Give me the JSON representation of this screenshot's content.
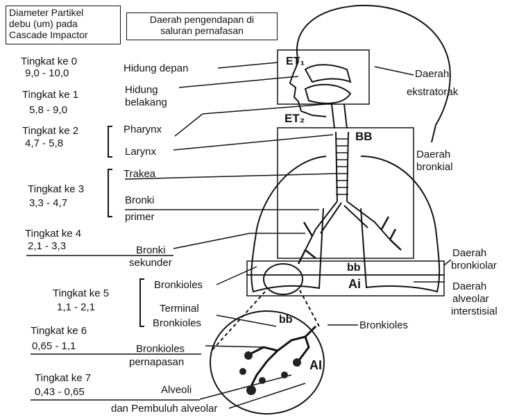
{
  "headers": {
    "left_box": [
      "Diameter Partikel",
      "debu (um) pada",
      "Cascade Impactor"
    ],
    "right_box": [
      "Daerah pengendapan di",
      "saluran pernafasan"
    ]
  },
  "stages": [
    {
      "label": "Tingkat ke 0",
      "range": "9,0 - 10,0"
    },
    {
      "label": "Tingkat ke 1",
      "range": "5,8 - 9,0"
    },
    {
      "label": "Tingkat ke 2",
      "range": "4,7 - 5,8"
    },
    {
      "label": "Tingkat ke 3",
      "range": "3,3 - 4,7"
    },
    {
      "label": "Tingkat ke 4",
      "range": "2,1 - 3,3"
    },
    {
      "label": "Tingkat ke 5",
      "range": "1,1 - 2,1"
    },
    {
      "label": "Tingkat ke 6",
      "range": "0,65 - 1,1"
    },
    {
      "label": "Tingkat ke 7",
      "range": "0,43 - 0,65"
    }
  ],
  "anatomy": {
    "hidung_depan": "Hidung depan",
    "hidung_belakang_1": "Hidung",
    "hidung_belakang_2": "belakang",
    "pharynx": "Pharynx",
    "larynx": "Larynx",
    "trakea": "Trakea",
    "bronki_primer_1": "Bronki",
    "bronki_primer_2": "primer",
    "bronki_sekunder_1": "Bronki",
    "bronki_sekunder_2": "sekunder",
    "bronkioles": "Bronkioles",
    "terminal_1": "Terminal",
    "terminal_2": "Bronkioles",
    "bronkioles_resp_1": "Bronkioles",
    "bronkioles_resp_2": "pernapasan",
    "alveoli": "Alveoli",
    "pembuluh": "dan Pembuluh alveolar",
    "bronkioles_inset": "Bronkioles"
  },
  "regions": {
    "ekstratorak": [
      "Daerah",
      "ekstratorak"
    ],
    "bronkial": [
      "Daerah",
      "bronkial"
    ],
    "bronkiolar": [
      "Daerah",
      "bronkiolar"
    ],
    "alveolar": [
      "Daerah",
      "alveolar",
      "interstisial"
    ]
  },
  "region_codes": {
    "et1": "ET₁",
    "et2": "ET₂",
    "bb_upper": "BB",
    "bb_lower": "bb",
    "ai_upper": "Ai",
    "bb_inset": "bb",
    "ai_inset": "AI"
  }
}
